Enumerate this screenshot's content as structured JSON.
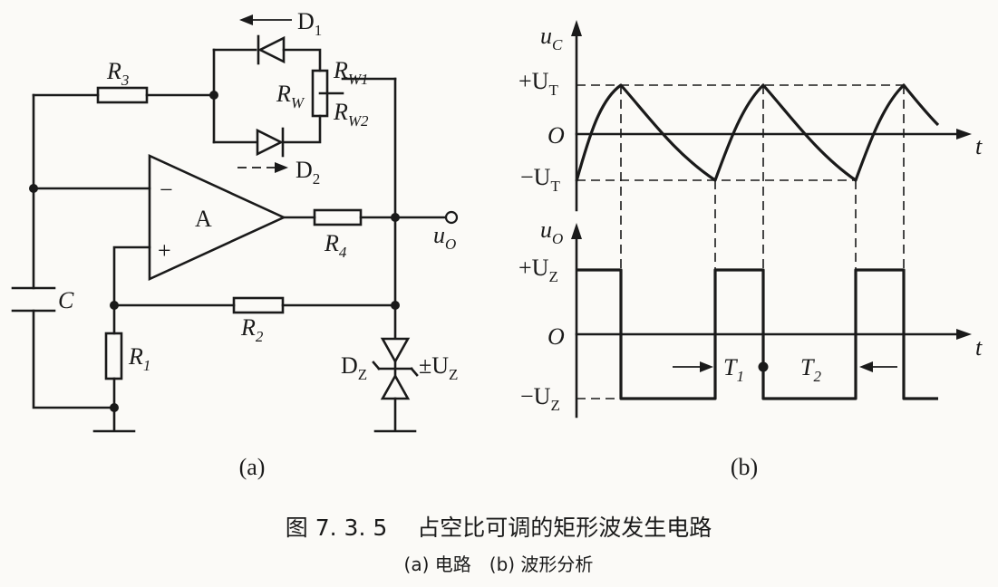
{
  "circuit": {
    "resistors": {
      "r3": {
        "main": "R",
        "sub": "3"
      },
      "r4": {
        "main": "R",
        "sub": "4"
      },
      "r2": {
        "main": "R",
        "sub": "2"
      },
      "r1": {
        "main": "R",
        "sub": "1"
      },
      "rw": {
        "main": "R",
        "sub": "W"
      },
      "rw1": {
        "main": "R",
        "sub": "W1"
      },
      "rw2": {
        "main": "R",
        "sub": "W2"
      }
    },
    "diodes": {
      "d1": {
        "main": "D",
        "sub": "1"
      },
      "d2": {
        "main": "D",
        "sub": "2"
      },
      "dz": {
        "main": "D",
        "sub": "Z"
      }
    },
    "capacitor": "C",
    "opamp": {
      "name": "A",
      "minus": "−",
      "plus": "+"
    },
    "output": {
      "main": "u",
      "sub": "O"
    },
    "zener_voltage": {
      "main": "±U",
      "sub": "Z"
    }
  },
  "waveforms": {
    "uc_axis": {
      "main": "u",
      "sub": "C"
    },
    "uo_axis": {
      "main": "u",
      "sub": "O"
    },
    "time_label": "t",
    "origin_label": "O",
    "plus_ut": {
      "main": "+U",
      "sub": "T"
    },
    "minus_ut": {
      "main": "−U",
      "sub": "T"
    },
    "plus_uz": {
      "main": "+U",
      "sub": "Z"
    },
    "minus_uz": {
      "main": "−U",
      "sub": "Z"
    },
    "t1": {
      "main": "T",
      "sub": "1"
    },
    "t2": {
      "main": "T",
      "sub": "2"
    }
  },
  "captions": {
    "sub_a": "(a)",
    "sub_b": "(b)",
    "figure_title": "图 7. 3. 5　 占空比可调的矩形波发生电路",
    "figure_subtitle": "(a) 电路　(b) 波形分析"
  }
}
